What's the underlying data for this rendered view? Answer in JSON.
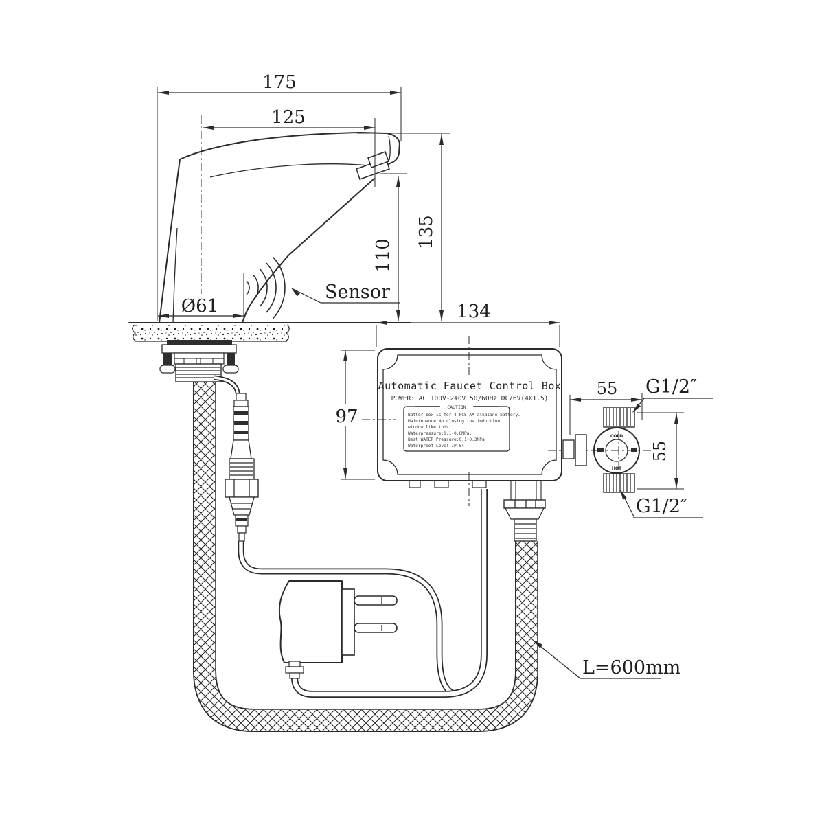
{
  "drawing": {
    "dimensions": {
      "total_length": "175",
      "spout_reach": "125",
      "spout_height": "110",
      "total_height": "135",
      "base_diameter": "Ø61",
      "box_width": "134",
      "box_height": "97",
      "valve_offset_h": "55",
      "valve_offset_v": "55",
      "thread_top": "G1/2″",
      "thread_bottom": "G1/2″",
      "hose_length": "L=600mm"
    },
    "labels": {
      "sensor": "Sensor"
    },
    "control_box": {
      "title": "Automatic Faucet Control Box",
      "power": "POWER: AC 100V-240V 50/60Hz DC/6V(4X1.5)",
      "caution_title": "CAUTION",
      "caution_lines": [
        "Batter box is for 4 PCS AA alkaline battery.",
        "Maintenance:No closing toe induction",
        "window like this.",
        "Waterpressure:0.1-0.6MPa.",
        "Best WATER Pressure:0.1-0.3MPa",
        "Waterproof Level:IP 54"
      ]
    },
    "valve": {
      "cold": "COLD",
      "hot": "HOT"
    },
    "colors": {
      "line": "#2b2b2b",
      "background": "#ffffff"
    }
  }
}
